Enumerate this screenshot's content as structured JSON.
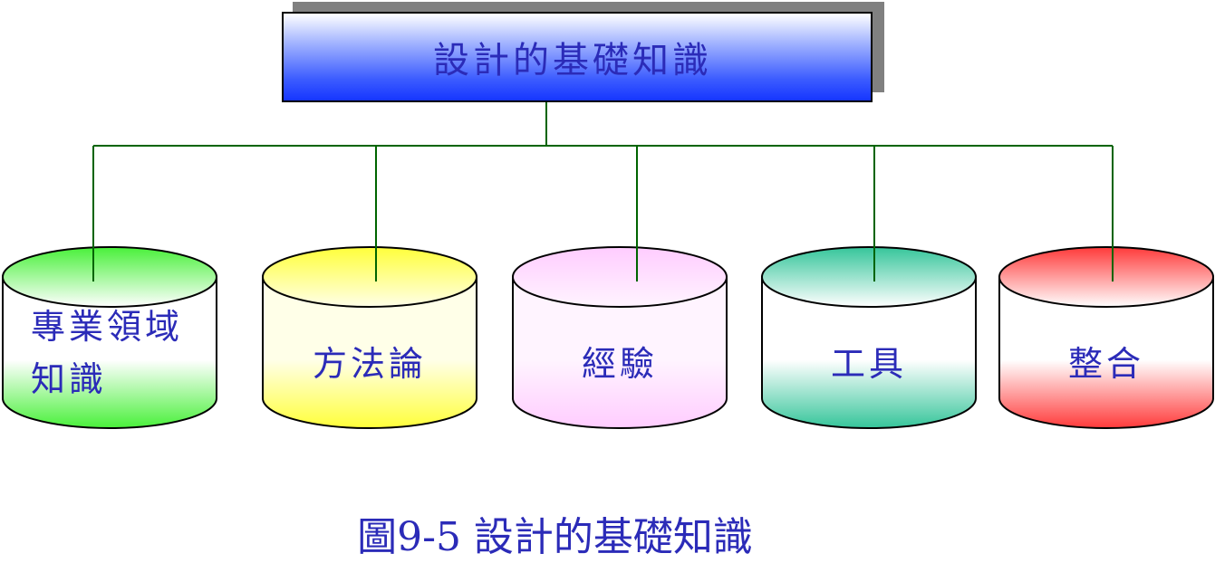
{
  "root": {
    "label": "設計的基礎知識"
  },
  "items": [
    {
      "lines": [
        "專業領域",
        "知識"
      ],
      "color_top": "#49f03a",
      "color_mid": "#ffffff"
    },
    {
      "lines": [
        "方法論"
      ],
      "color_top": "#ffff3a",
      "color_mid": "#ffffe8"
    },
    {
      "lines": [
        "經驗"
      ],
      "color_top": "#ffccff",
      "color_mid": "#fff4ff"
    },
    {
      "lines": [
        "工具"
      ],
      "color_top": "#35c59a",
      "color_mid": "#ffffff"
    },
    {
      "lines": [
        "整合"
      ],
      "color_top": "#ff3a3a",
      "color_mid": "#ffffff"
    }
  ],
  "caption": "圖9-5 設計的基礎知識",
  "colors": {
    "text": "#2b2bb8",
    "connector": "#006400",
    "outline": "#000000"
  }
}
